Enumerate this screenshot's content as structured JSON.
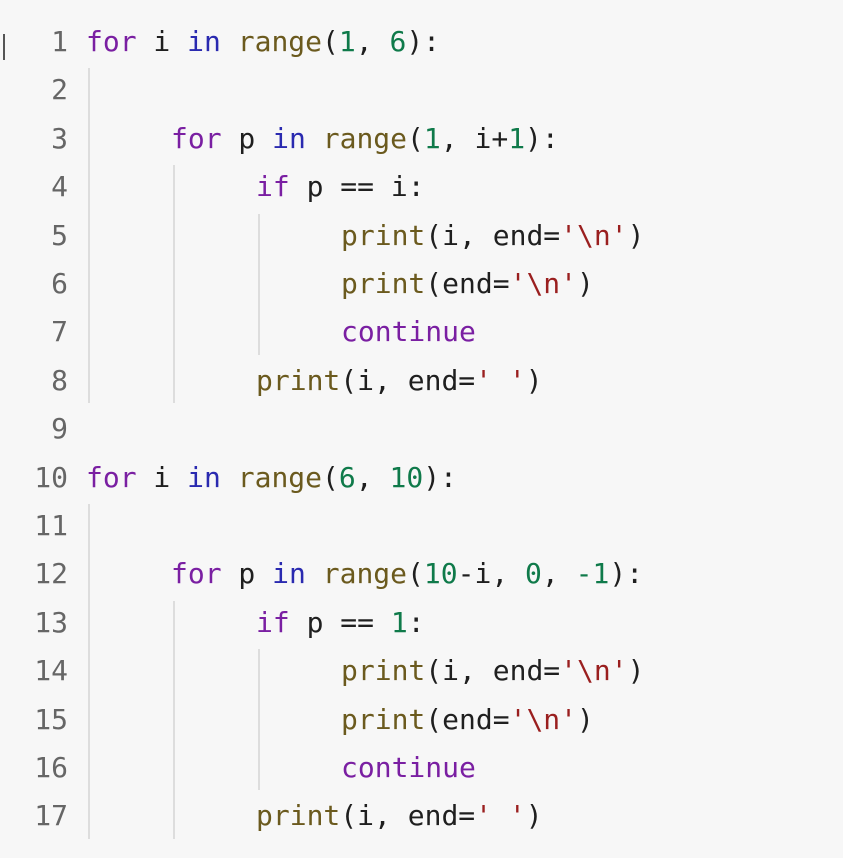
{
  "editor": {
    "lines": [
      {
        "no": "1",
        "indent": 0,
        "tokens": [
          {
            "t": "kw",
            "v": "for"
          },
          {
            "t": "pl",
            "v": " i "
          },
          {
            "t": "op",
            "v": "in"
          },
          {
            "t": "pl",
            "v": " "
          },
          {
            "t": "bi",
            "v": "range"
          },
          {
            "t": "pl",
            "v": "("
          },
          {
            "t": "num",
            "v": "1"
          },
          {
            "t": "pl",
            "v": ", "
          },
          {
            "t": "num",
            "v": "6"
          },
          {
            "t": "pl",
            "v": "):"
          }
        ]
      },
      {
        "no": "2",
        "indent": 0,
        "tokens": []
      },
      {
        "no": "3",
        "indent": 1,
        "tokens": [
          {
            "t": "kw",
            "v": "for"
          },
          {
            "t": "pl",
            "v": " p "
          },
          {
            "t": "op",
            "v": "in"
          },
          {
            "t": "pl",
            "v": " "
          },
          {
            "t": "bi",
            "v": "range"
          },
          {
            "t": "pl",
            "v": "("
          },
          {
            "t": "num",
            "v": "1"
          },
          {
            "t": "pl",
            "v": ", i+"
          },
          {
            "t": "num",
            "v": "1"
          },
          {
            "t": "pl",
            "v": "):"
          }
        ]
      },
      {
        "no": "4",
        "indent": 2,
        "tokens": [
          {
            "t": "kw",
            "v": "if"
          },
          {
            "t": "pl",
            "v": " p == i:"
          }
        ]
      },
      {
        "no": "5",
        "indent": 3,
        "tokens": [
          {
            "t": "bi",
            "v": "print"
          },
          {
            "t": "pl",
            "v": "(i, end="
          },
          {
            "t": "str",
            "v": "'\\n'"
          },
          {
            "t": "pl",
            "v": ")"
          }
        ]
      },
      {
        "no": "6",
        "indent": 3,
        "tokens": [
          {
            "t": "bi",
            "v": "print"
          },
          {
            "t": "pl",
            "v": "(end="
          },
          {
            "t": "str",
            "v": "'\\n'"
          },
          {
            "t": "pl",
            "v": ")"
          }
        ]
      },
      {
        "no": "7",
        "indent": 3,
        "tokens": [
          {
            "t": "kw",
            "v": "continue"
          }
        ]
      },
      {
        "no": "8",
        "indent": 2,
        "tokens": [
          {
            "t": "bi",
            "v": "print"
          },
          {
            "t": "pl",
            "v": "(i, end="
          },
          {
            "t": "str",
            "v": "' '"
          },
          {
            "t": "pl",
            "v": ")"
          }
        ]
      },
      {
        "no": "9",
        "indent": 0,
        "tokens": []
      },
      {
        "no": "10",
        "indent": 0,
        "tokens": [
          {
            "t": "kw",
            "v": "for"
          },
          {
            "t": "pl",
            "v": " i "
          },
          {
            "t": "op",
            "v": "in"
          },
          {
            "t": "pl",
            "v": " "
          },
          {
            "t": "bi",
            "v": "range"
          },
          {
            "t": "pl",
            "v": "("
          },
          {
            "t": "num",
            "v": "6"
          },
          {
            "t": "pl",
            "v": ", "
          },
          {
            "t": "num",
            "v": "10"
          },
          {
            "t": "pl",
            "v": "):"
          }
        ]
      },
      {
        "no": "11",
        "indent": 0,
        "tokens": []
      },
      {
        "no": "12",
        "indent": 1,
        "tokens": [
          {
            "t": "kw",
            "v": "for"
          },
          {
            "t": "pl",
            "v": " p "
          },
          {
            "t": "op",
            "v": "in"
          },
          {
            "t": "pl",
            "v": " "
          },
          {
            "t": "bi",
            "v": "range"
          },
          {
            "t": "pl",
            "v": "("
          },
          {
            "t": "num",
            "v": "10"
          },
          {
            "t": "pl",
            "v": "-i, "
          },
          {
            "t": "num",
            "v": "0"
          },
          {
            "t": "pl",
            "v": ", "
          },
          {
            "t": "num",
            "v": "-1"
          },
          {
            "t": "pl",
            "v": "):"
          }
        ]
      },
      {
        "no": "13",
        "indent": 2,
        "tokens": [
          {
            "t": "kw",
            "v": "if"
          },
          {
            "t": "pl",
            "v": " p == "
          },
          {
            "t": "num",
            "v": "1"
          },
          {
            "t": "pl",
            "v": ":"
          }
        ]
      },
      {
        "no": "14",
        "indent": 3,
        "tokens": [
          {
            "t": "bi",
            "v": "print"
          },
          {
            "t": "pl",
            "v": "(i, end="
          },
          {
            "t": "str",
            "v": "'\\n'"
          },
          {
            "t": "pl",
            "v": ")"
          }
        ]
      },
      {
        "no": "15",
        "indent": 3,
        "tokens": [
          {
            "t": "bi",
            "v": "print"
          },
          {
            "t": "pl",
            "v": "(end="
          },
          {
            "t": "str",
            "v": "'\\n'"
          },
          {
            "t": "pl",
            "v": ")"
          }
        ]
      },
      {
        "no": "16",
        "indent": 3,
        "tokens": [
          {
            "t": "kw",
            "v": "continue"
          }
        ]
      },
      {
        "no": "17",
        "indent": 2,
        "tokens": [
          {
            "t": "bi",
            "v": "print"
          },
          {
            "t": "pl",
            "v": "(i, end="
          },
          {
            "t": "str",
            "v": "' '"
          },
          {
            "t": "pl",
            "v": ")"
          }
        ]
      }
    ]
  },
  "colors": {
    "background": "#f7f7f7",
    "keyword": "#7a1fa2",
    "operator": "#2a2ab0",
    "builtin": "#6b5a1e",
    "number": "#0f7a4a",
    "string": "#9a1f1f",
    "plain": "#1f1f1f",
    "gutter": "#666666",
    "indent_guide": "#dddddd"
  }
}
